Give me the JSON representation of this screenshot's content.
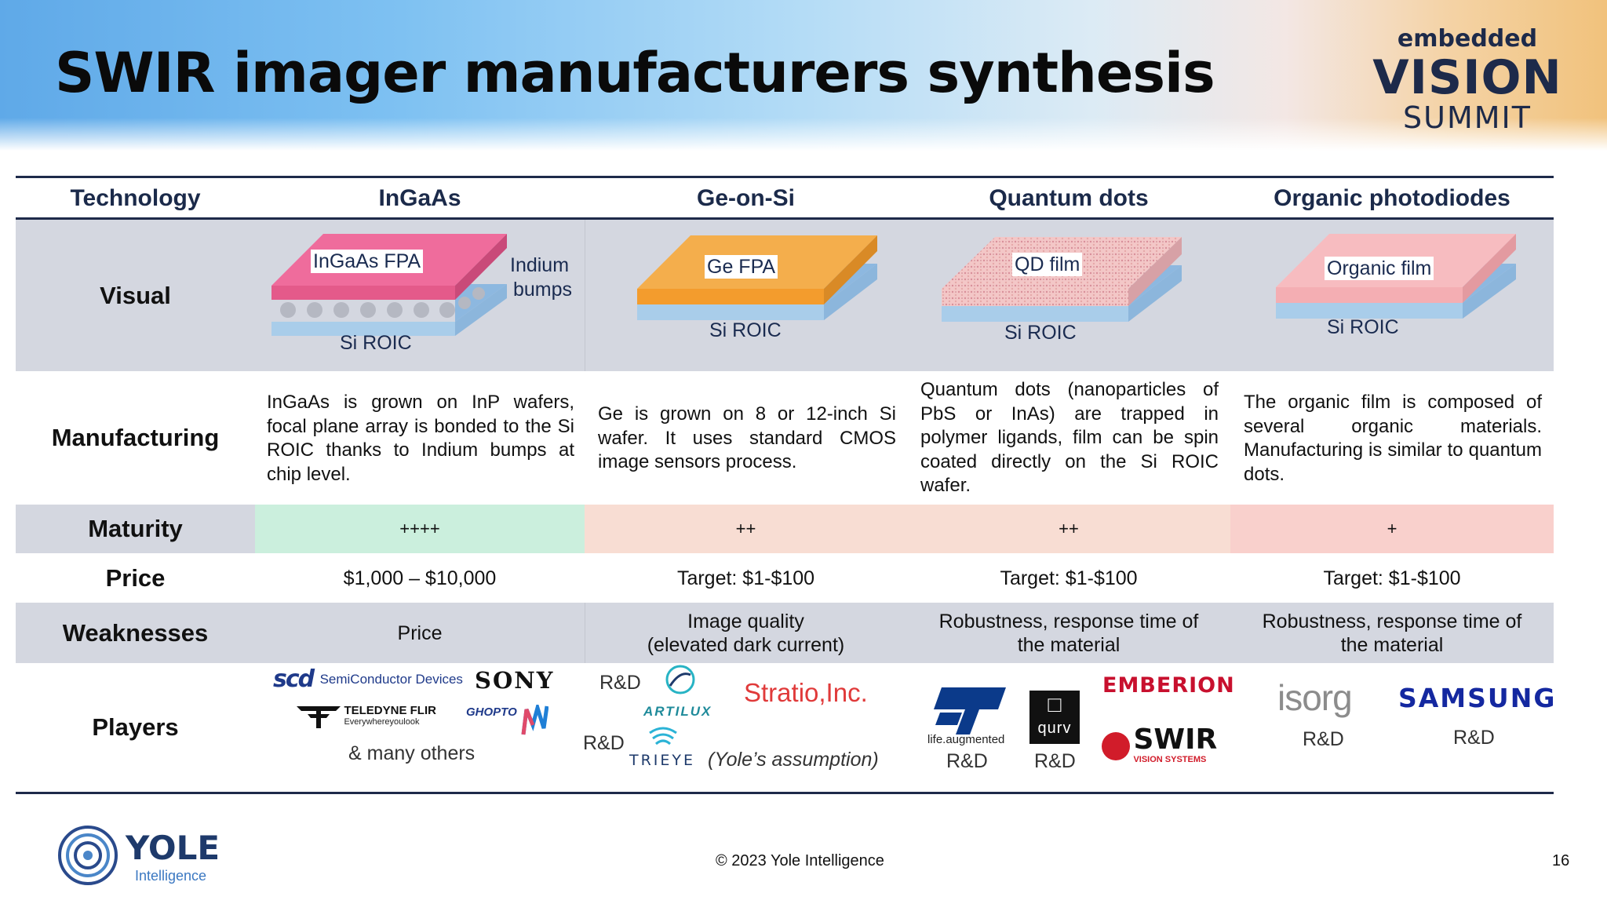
{
  "title": "SWIR imager manufacturers synthesis",
  "event_logo": {
    "line1": "embedded",
    "line2": "VISION",
    "line3": "SUMMIT"
  },
  "columns": [
    "Technology",
    "InGaAs",
    "Ge-on-Si",
    "Quantum dots",
    "Organic photodiodes"
  ],
  "rows": {
    "visual": {
      "label": "Visual"
    },
    "manufacturing": {
      "label": "Manufacturing",
      "values": [
        "InGaAs is grown on InP wafers, focal plane array is bonded to the Si ROIC thanks to Indium bumps at chip level.",
        "Ge is grown on 8 or 12-inch Si wafer. It uses standard CMOS image sensors process.",
        "Quantum dots (nanoparticles of PbS or InAs) are trapped in polymer ligands, film can be spin coated directly on the Si ROIC wafer.",
        "The organic film is composed of several organic materials. Manufacturing is similar to quantum dots."
      ]
    },
    "maturity": {
      "label": "Maturity",
      "values": [
        "++++",
        "++",
        "++",
        "+"
      ]
    },
    "price": {
      "label": "Price",
      "values": [
        "$1,000 – $10,000",
        "Target: $1-$100",
        "Target: $1-$100",
        "Target: $1-$100"
      ]
    },
    "weaknesses": {
      "label": "Weaknesses",
      "values": [
        [
          "Price"
        ],
        [
          "Image quality",
          "(elevated dark current)"
        ],
        [
          "Robustness, response time of",
          "the material"
        ],
        [
          "Robustness, response time of",
          "the material"
        ]
      ]
    },
    "players": {
      "label": "Players"
    }
  },
  "visuals": {
    "ingaas": {
      "top": "InGaAs FPA",
      "side": [
        "Indium",
        "bumps"
      ],
      "bottom": "Si ROIC"
    },
    "ge": {
      "top": "Ge FPA",
      "bottom": "Si ROIC"
    },
    "qd": {
      "top": "QD film",
      "bottom": "Si ROIC"
    },
    "opd": {
      "top": "Organic film",
      "bottom": "Si ROIC"
    }
  },
  "players": {
    "ingaas": {
      "scd": "SemiConductor Devices",
      "sony": "SONY",
      "teledyne": "TELEDYNE FLIR",
      "teledyne_sub": "Everywhereyoulook",
      "ghopto": "GHOPTO",
      "others": "& many others"
    },
    "ge": {
      "rnd": "R&D",
      "artilux": "ARTILUX",
      "stratio": "Stratio,Inc.",
      "rnd2": "R&D",
      "trieye": "TRIEYE",
      "note": "(Yole’s assumption)"
    },
    "qd": {
      "st_tag": "life.augmented",
      "st_rnd": "R&D",
      "qurv": "qurv",
      "qurv_rnd": "R&D",
      "emberion": "EMBERION",
      "swir": "SWIR",
      "swir_sub": "VISION SYSTEMS"
    },
    "opd": {
      "isorg": "isorg",
      "isorg_rnd": "R&D",
      "samsung": "SAMSUNG",
      "samsung_rnd": "R&D"
    }
  },
  "footer": {
    "copyright": "© 2023 Yole Intelligence",
    "page": "16",
    "brand": "YOLE",
    "brand_sub": "Intelligence"
  },
  "colors": {
    "header_text": "#1b2a4a",
    "row_gray": "#d4d7e0",
    "maturity_green": "#cbefdd",
    "maturity_peach": "#f8ddd3",
    "maturity_pink": "#f9d0cc",
    "ingaas_fpa": "#f06b9a",
    "ge_fpa": "#f4ae4c",
    "qd_film": "#f3c9c9",
    "organic_film": "#f7bcc0",
    "si_roic": "#a9cdea"
  }
}
